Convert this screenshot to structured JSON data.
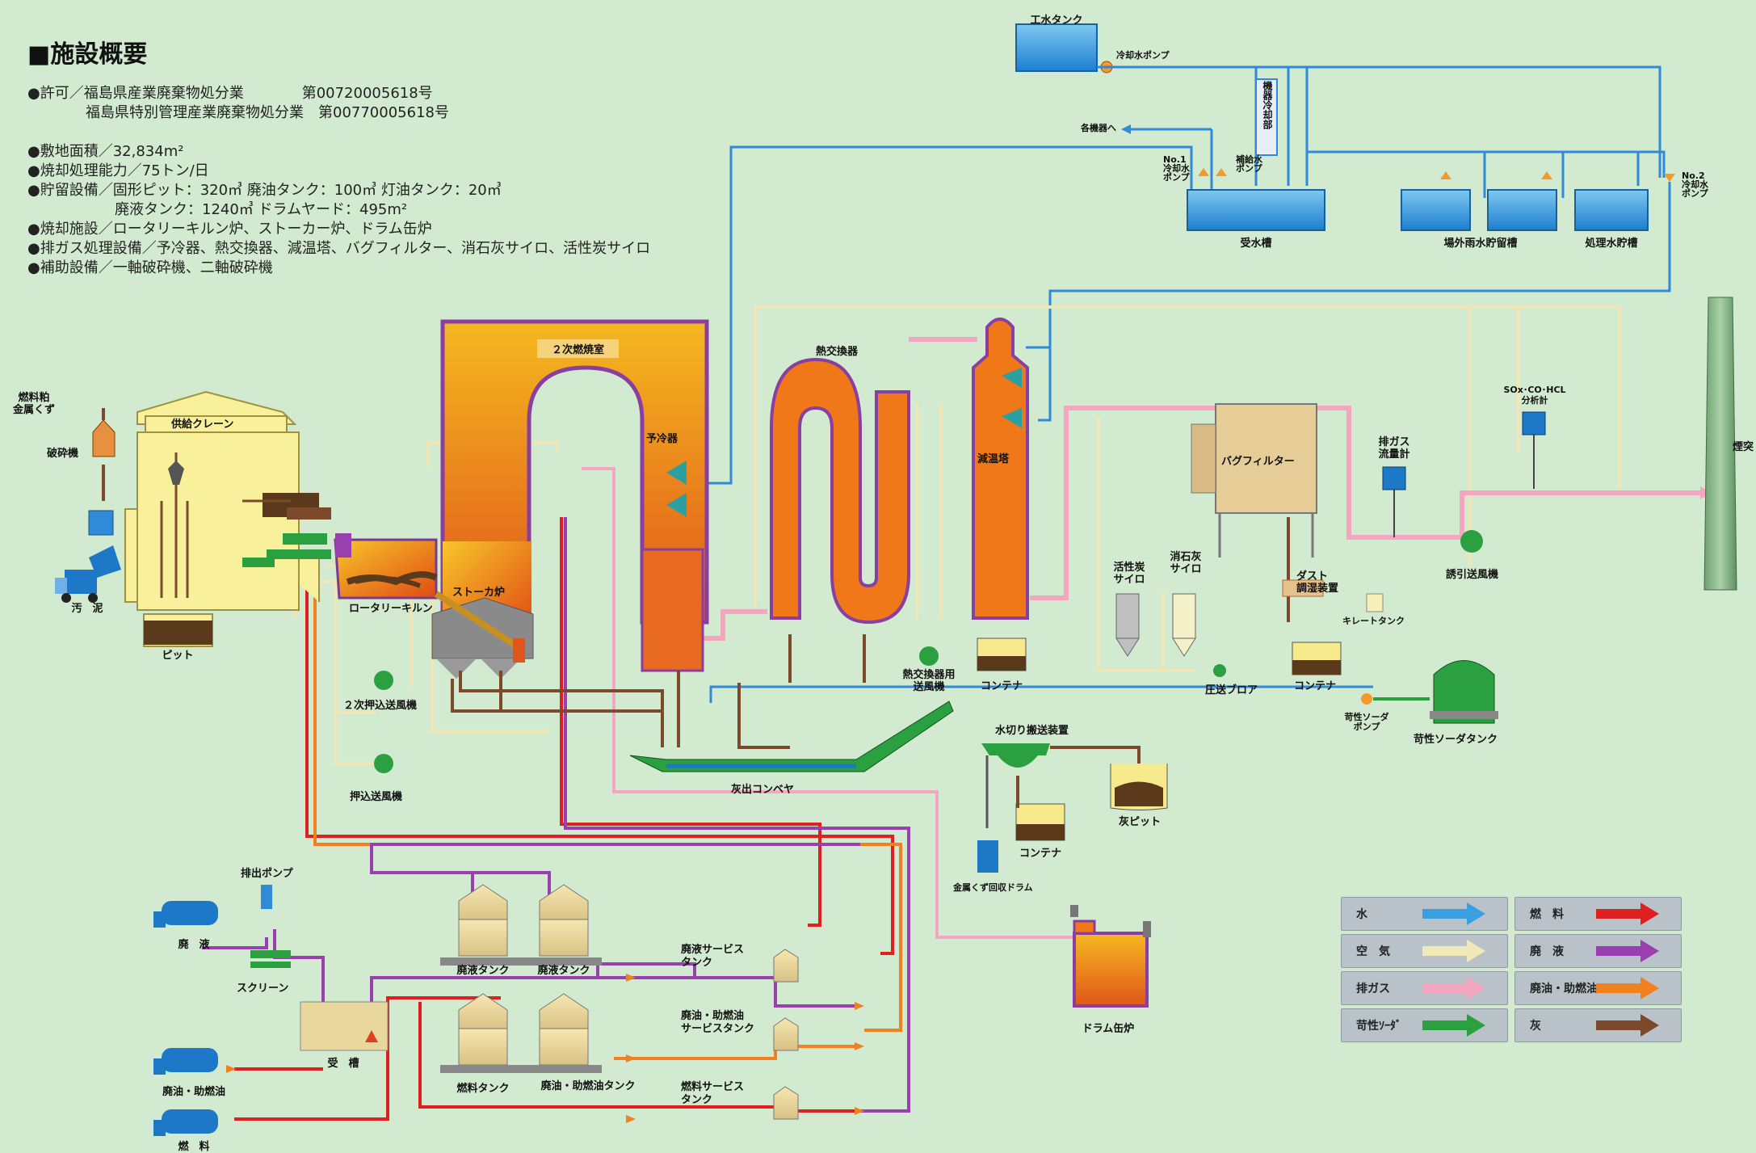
{
  "header": {
    "title": "■施設概要",
    "info_lines": [
      "●許可／福島県産業廃棄物処分業　　　　第00720005618号",
      "　　　　福島県特別管理産業廃棄物処分業　第00770005618号",
      "",
      "●敷地面積／32,834m²",
      "●焼却処理能力／75トン/日",
      "●貯留設備／固形ピット：320㎥ 廃油タンク：100㎥ 灯油タンク：20㎥",
      "　　　　　　廃液タンク：1240㎥ ドラムヤード：495m²",
      "●焼却施設／ロータリーキルン炉、ストーカー炉、ドラム缶炉",
      "●排ガス処理設備／予冷器、熱交換器、減温塔、バグフィルター、消石灰サイロ、活性炭サイロ",
      "●補助設備／一軸破砕機、二軸破砕機"
    ]
  },
  "labels": {
    "kosui_tank": "工水タンク",
    "cooling_pump": "冷却水ポンプ",
    "cooling_line": "機器冷却部",
    "to_equipment": "各機器へ",
    "no1_pump": "No.1\n冷却水\nポンプ",
    "makeup_pump": "補給水\nポンプ",
    "receiving_tank_water": "受水槽",
    "rain_tank": "場外雨水貯留槽",
    "treated_tank": "処理水貯槽",
    "no2_pump": "No.2\n冷却水\nポンプ",
    "oil_metal": "燃料粕\n金属くず",
    "crusher": "破砕機",
    "sludge": "汚　泥",
    "pit": "ピット",
    "crane": "供給クレーン",
    "secondary_chamber": "２次燃焼室",
    "precooler": "予冷器",
    "heat_exchanger": "熱交換器",
    "cooling_tower": "減温塔",
    "stoker": "ストーカ炉",
    "rotary_kiln": "ロータリーキルン",
    "secondary_fan": "２次押込送風機",
    "push_fan": "押込送風機",
    "hx_fan": "熱交換器用\n送風機",
    "container1": "コンテナ",
    "bag_filter": "バグフィルター",
    "activated_carbon_silo": "活性炭\nサイロ",
    "lime_silo": "消石灰\nサイロ",
    "pneumatic_blower": "圧送ブロア",
    "dust_humidifier": "ダスト\n調湿装置",
    "chelate_tank": "キレートタンク",
    "container2": "コンテナ",
    "gas_flowmeter": "排ガス\n流量計",
    "analyzer": "SOx･CO･HCL\n分析計",
    "induced_fan": "誘引送風機",
    "stack": "煙突",
    "caustic_pump": "苛性ソーダ\nポンプ",
    "caustic_tank": "苛性ソーダタンク",
    "ash_conveyor": "灰出コンベヤ",
    "dewater_conveyor": "水切り搬送装置",
    "ash_pit": "灰ピット",
    "container3": "コンテナ",
    "metal_drum": "金属くず回収ドラム",
    "discharge_pump": "排出ポンプ",
    "waste_liquid": "廃　液",
    "screen": "スクリーン",
    "receiving_tank": "受　槽",
    "waste_oil_fuel": "廃油・助燃油",
    "fuel": "燃　料",
    "liquid_tank_1": "廃液タンク",
    "liquid_tank_2": "廃液タンク",
    "liquid_service_tank": "廃液サービス\nタンク",
    "oil_service_tank": "廃油・助燃油\nサービスタンク",
    "fuel_service_tank": "燃料サービス\nタンク",
    "fuel_tank": "燃料タンク",
    "oil_fuel_tank": "廃油・助燃油タンク",
    "drum_furnace": "ドラム缶炉"
  },
  "legend": [
    {
      "label": "水",
      "color": "#3aa0e0"
    },
    {
      "label": "燃　料",
      "color": "#e02020"
    },
    {
      "label": "空　気",
      "color": "#f2e9b8"
    },
    {
      "label": "廃　液",
      "color": "#9a3fb0"
    },
    {
      "label": "排ガス",
      "color": "#f4a6c0"
    },
    {
      "label": "廃油・助燃油",
      "color": "#f08020"
    },
    {
      "label": "苛性ｿｰﾀﾞ",
      "color": "#2aa040"
    },
    {
      "label": "灰",
      "color": "#7a4a2a"
    }
  ]
}
